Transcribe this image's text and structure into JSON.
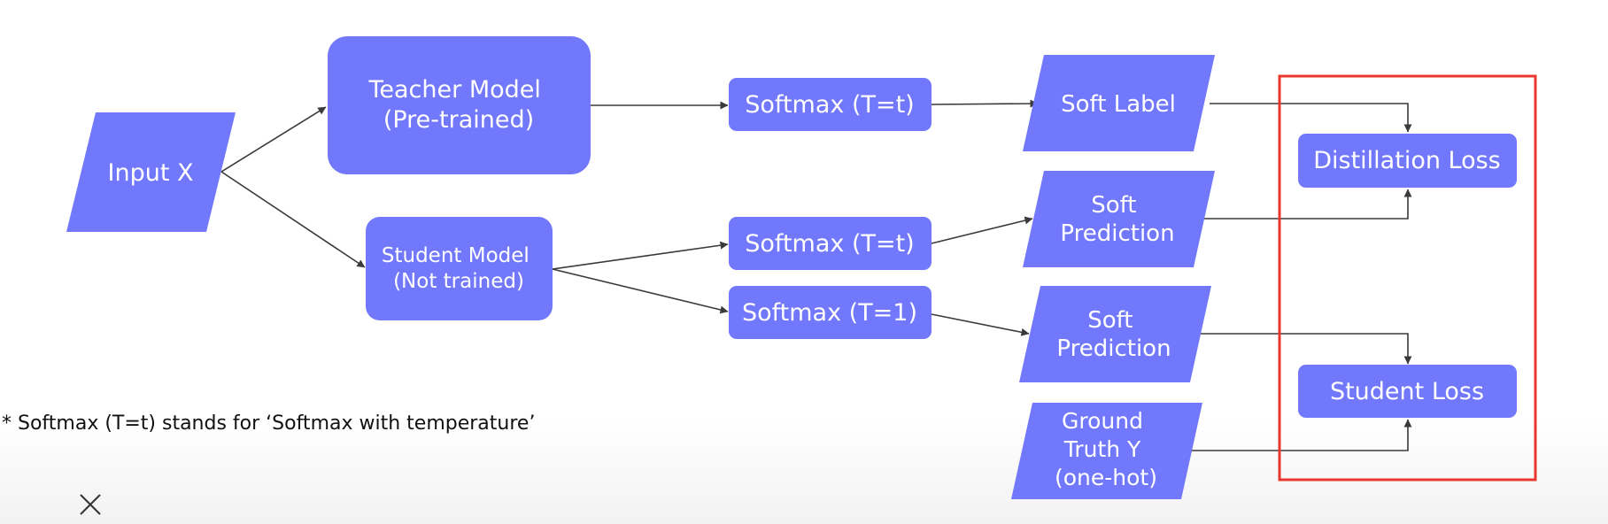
{
  "nodes": {
    "input_x": {
      "lines": [
        "Input X"
      ]
    },
    "teacher_model": {
      "lines": [
        "Teacher Model",
        "(Pre-trained)"
      ]
    },
    "student_model": {
      "lines": [
        "Student Model",
        "(Not trained)"
      ]
    },
    "softmax_teacher": {
      "lines": [
        "Softmax (T=t)"
      ]
    },
    "softmax_student_t": {
      "lines": [
        "Softmax (T=t)"
      ]
    },
    "softmax_student_1": {
      "lines": [
        "Softmax (T=1)"
      ]
    },
    "soft_label": {
      "lines": [
        "Soft Label"
      ]
    },
    "soft_prediction_t": {
      "lines": [
        "Soft",
        "Prediction"
      ]
    },
    "soft_prediction_1": {
      "lines": [
        "Soft",
        "Prediction"
      ]
    },
    "ground_truth": {
      "lines": [
        "Ground",
        "Truth Y",
        "(one-hot)"
      ]
    },
    "distillation_loss": {
      "lines": [
        "Distillation Loss"
      ]
    },
    "student_loss": {
      "lines": [
        "Student Loss"
      ]
    }
  },
  "footnote": "* Softmax (T=t) stands for ‘Softmax with temperature’",
  "close_icon": "close-icon",
  "colors": {
    "node_fill": "#7278fb",
    "node_text": "#ffffff",
    "edge": "#3a3a3a",
    "highlight_border": "#e8382b"
  }
}
